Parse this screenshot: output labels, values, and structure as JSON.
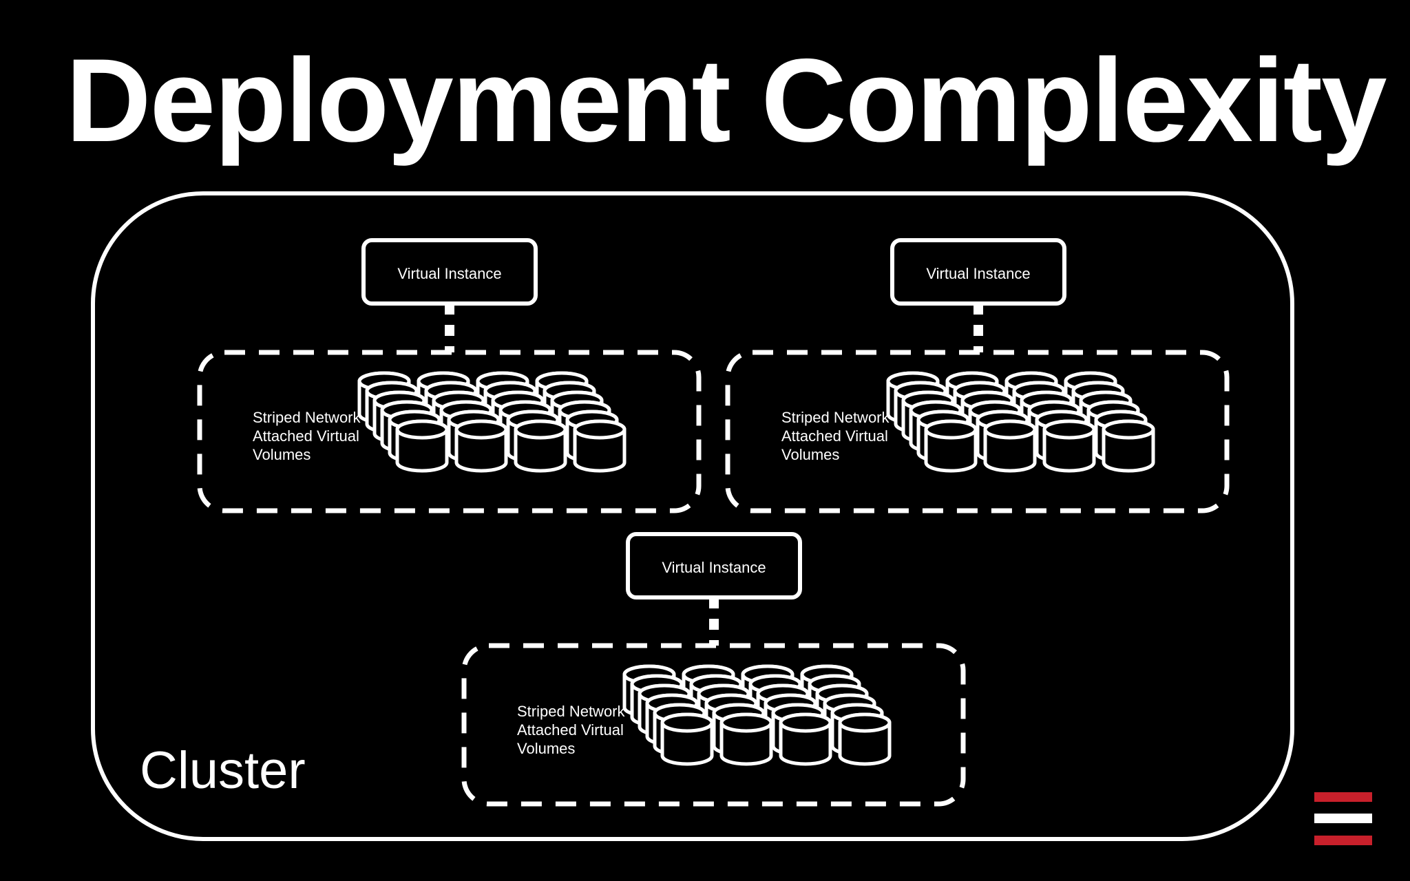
{
  "title": "Deployment Complexity",
  "cluster_label": "Cluster",
  "groups": [
    {
      "instance_label": "Virtual Instance",
      "volume_lines": [
        "Striped Network",
        "Attached Virtual",
        "Volumes"
      ]
    },
    {
      "instance_label": "Virtual Instance",
      "volume_lines": [
        "Striped Network",
        "Attached Virtual",
        "Volumes"
      ]
    },
    {
      "instance_label": "Virtual Instance",
      "volume_lines": [
        "Striped Network",
        "Attached Virtual",
        "Volumes"
      ]
    }
  ],
  "logo": {
    "icon": "three-bars-logo-icon",
    "colors": [
      "#c8202b",
      "#ffffff",
      "#c8202b"
    ]
  },
  "colors": {
    "background": "#000000",
    "foreground": "#ffffff"
  }
}
